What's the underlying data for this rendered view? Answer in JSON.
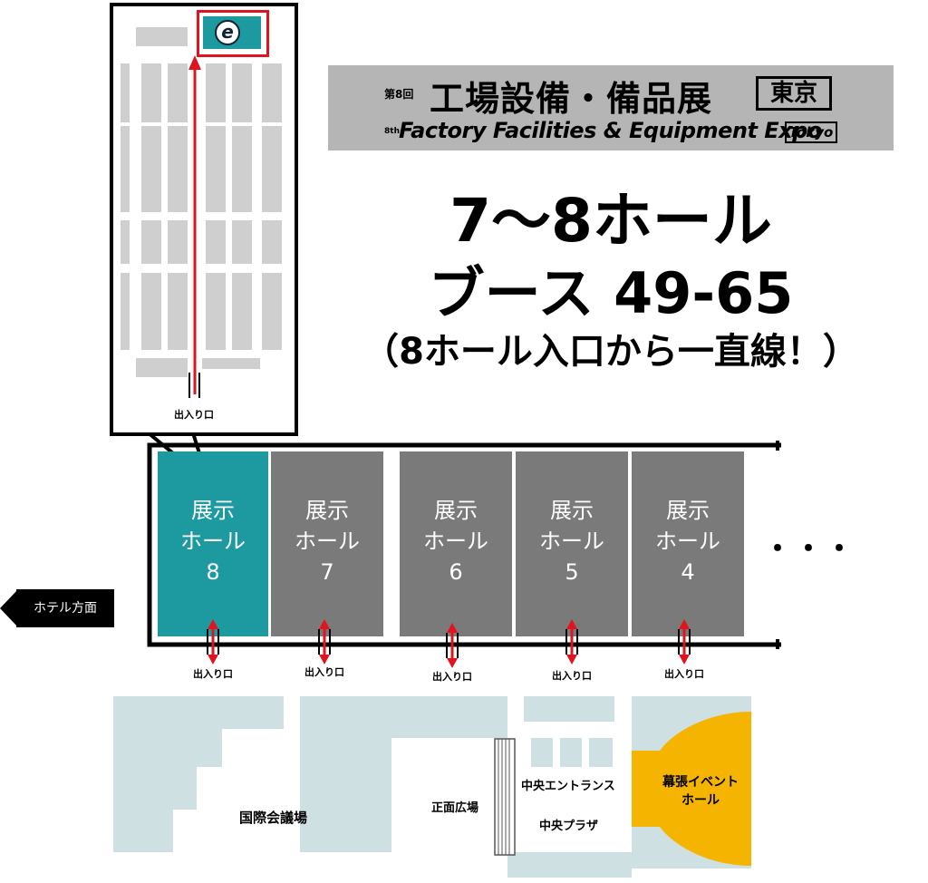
{
  "banner": {
    "edition_jp": "第8回",
    "title_jp": "工場設備・備品展",
    "city_jp": "東京",
    "edition_en": "8th",
    "title_en": "Factory Facilities & Equipment Expo",
    "city_en": "Tokyo"
  },
  "headline": {
    "halls": "7〜8ホール",
    "booth": "ブース 49-65",
    "note": "（8ホール入口から一直線！）"
  },
  "callout": {
    "entrance_label": "出入り口",
    "booth_logo": "e"
  },
  "halls": [
    {
      "title": "展示",
      "line2": "ホール",
      "number": "8",
      "color": "#1d9aa0"
    },
    {
      "title": "展示",
      "line2": "ホール",
      "number": "7",
      "color": "#7a7a7a"
    },
    {
      "title": "展示",
      "line2": "ホール",
      "number": "6",
      "color": "#7a7a7a"
    },
    {
      "title": "展示",
      "line2": "ホール",
      "number": "5",
      "color": "#7a7a7a"
    },
    {
      "title": "展示",
      "line2": "ホール",
      "number": "4",
      "color": "#7a7a7a"
    }
  ],
  "more": "・・・",
  "entrance_label": "出入り口",
  "hotel_direction": "ホテル方面",
  "places": {
    "convention": "国際会議場",
    "front_plaza": "正面広場",
    "central_entrance": "中央エントランス",
    "central_plaza": "中央プラザ",
    "event_hall_line1": "幕張イベント",
    "event_hall_line2": "ホール"
  },
  "colors": {
    "highlight_hall": "#1d9aa0",
    "other_halls": "#7a7a7a",
    "route_arrow": "#e0141e",
    "event_hall": "#f5b400",
    "buildings": "#cfe0e3"
  }
}
